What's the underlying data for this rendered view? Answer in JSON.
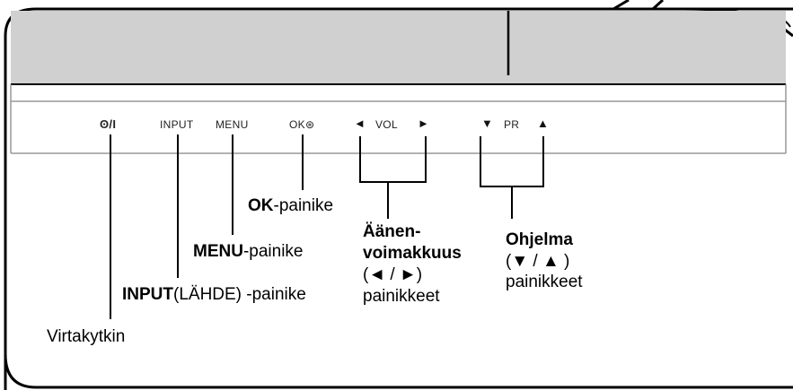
{
  "panel_labels": {
    "power": "ʘ/I",
    "input": "INPUT",
    "menu": "MENU",
    "ok": "OK⊛",
    "vol_left": "◄",
    "vol": "VOL",
    "vol_right": "►",
    "pr_down": "▼",
    "pr": "PR",
    "pr_up": "▲"
  },
  "callouts": {
    "ok_bold": "OK",
    "ok_rest": "-painike",
    "menu_bold": "MENU",
    "menu_rest": "-painike",
    "input_bold": "INPUT",
    "input_rest": "(LÄHDE) -painike",
    "power": "Virtakytkin",
    "volume_line1": "Äänen-",
    "volume_line2": "voimakkuus",
    "volume_line3": "(◄ / ►)",
    "volume_line4": "painikkeet",
    "program_line1": "Ohjelma",
    "program_line2": "(▼ / ▲ )",
    "program_line3": "painikkeet"
  }
}
